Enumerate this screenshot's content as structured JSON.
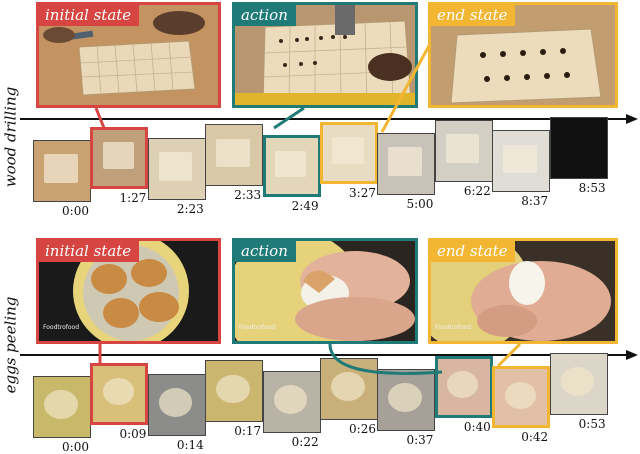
{
  "colors": {
    "initial": "#d64541",
    "action": "#1f7a78",
    "end": "#f2b632",
    "arrow": "#111111"
  },
  "rows": [
    {
      "label": "wood drilling",
      "panels": [
        {
          "tag": "initial state",
          "role": "initial",
          "icon": "wood-plank-image"
        },
        {
          "tag": "action",
          "role": "action",
          "icon": "drilling-image"
        },
        {
          "tag": "end state",
          "role": "end",
          "icon": "drilled-plank-image"
        }
      ],
      "thumbs": [
        {
          "time": "0:00",
          "role": "none"
        },
        {
          "time": "1:27",
          "role": "initial"
        },
        {
          "time": "2:23",
          "role": "none"
        },
        {
          "time": "2:33",
          "role": "none"
        },
        {
          "time": "2:49",
          "role": "action"
        },
        {
          "time": "3:27",
          "role": "end"
        },
        {
          "time": "5:00",
          "role": "none"
        },
        {
          "time": "6:22",
          "role": "none"
        },
        {
          "time": "8:37",
          "role": "none"
        },
        {
          "time": "8:53",
          "role": "none"
        }
      ]
    },
    {
      "label": "eggs peeling",
      "panels": [
        {
          "tag": "initial state",
          "role": "initial",
          "icon": "boiling-eggs-image"
        },
        {
          "tag": "action",
          "role": "action",
          "icon": "peeling-egg-image"
        },
        {
          "tag": "end state",
          "role": "end",
          "icon": "peeled-egg-image"
        }
      ],
      "thumbs": [
        {
          "time": "0:00",
          "role": "none"
        },
        {
          "time": "0:09",
          "role": "initial"
        },
        {
          "time": "0:14",
          "role": "none"
        },
        {
          "time": "0:17",
          "role": "none"
        },
        {
          "time": "0:22",
          "role": "none"
        },
        {
          "time": "0:26",
          "role": "none"
        },
        {
          "time": "0:37",
          "role": "none"
        },
        {
          "time": "0:40",
          "role": "action"
        },
        {
          "time": "0:42",
          "role": "end"
        },
        {
          "time": "0:53",
          "role": "none"
        }
      ]
    }
  ]
}
